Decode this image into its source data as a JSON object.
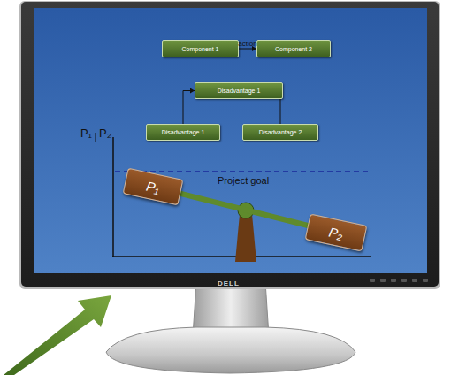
{
  "diagram": {
    "nodes": [
      {
        "text": [
          "Component 1"
        ]
      },
      {
        "text": [
          "Component 2"
        ]
      },
      {
        "text": [
          "Disadvantage 1"
        ]
      },
      {
        "text": [
          "Disadvantage 1"
        ]
      },
      {
        "text": [
          "Disadvantage 2"
        ]
      },
      {
        "text": [
          "P₁"
        ]
      },
      {
        "text": [
          "P₂"
        ]
      }
    ],
    "edges": [
      {
        "from": 0,
        "to": 1,
        "arrow": "to",
        "label": "action"
      },
      {
        "from": 3,
        "to": 2,
        "arrow": "to"
      },
      {
        "from": 4,
        "to": 2,
        "arrow": "to"
      },
      {
        "from": 5,
        "to": 6,
        "arrow": "none"
      }
    ],
    "labels": [
      "P₁",
      "P₂",
      "Project goal",
      "DELL"
    ]
  }
}
